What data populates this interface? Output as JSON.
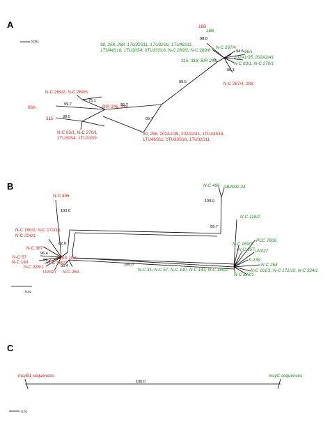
{
  "panels": {
    "a": {
      "label": "A",
      "scale": "0.001",
      "red": {
        "b18": "18B",
        "n2696": "N-C 269/2, N-C 269/6",
        "a66": "66A",
        "bir246": "BIR 246, 318",
        "s315": "315",
        "nc83_l1": "N-C 83/1, N-C 270/1",
        "nc83_l2": "1TU30S4, 1TU31S9",
        "g90_l1": "90, 258, 202A1/35, 202A2/41, 1TU44S16,",
        "g90_l2": "1TU46S11, 0TU33S16, 1TU32S11",
        "nc2674": "N-C 267/4, 288"
      },
      "green": {
        "b18": "18B",
        "g90_l1": "90, 258, 288, 1TU32S11, 1TU31S9, 1TU46S11,",
        "g90_l2": "1TU44S16, 1TU30S4, 0TU33S16, N-C 269/2, N-C 269/6",
        "nc2674": "N-C 267/4",
        "a66": "66A",
        "g202": "202A1/35, 202A2/41",
        "s315": "315, 318, BIR 246",
        "nc83": "N-C 83/1, N-C 270/1"
      },
      "bootstrap": {
        "b98": "98.0",
        "b948": "94.8",
        "b901": "90.1",
        "b995": "99.5",
        "b751": "75.1",
        "b997": "99.7",
        "b957": "95.7",
        "b995b": "99.5",
        "b657": "65.7"
      }
    },
    "b": {
      "label": "B",
      "scale": "0.01",
      "red": {
        "nc496": "N-C 496",
        "nc1602_l1": "N-C 160/2, N-C 171/10,",
        "nc1602_l2": "N-C 324/1",
        "nc387": "N-C 387",
        "nc57": "N-C 57",
        "nc143": "N-C 143",
        "nc2281": "N-C 228/1",
        "nies": "NIES 102,",
        "nc1697": "N-C 169/7",
        "uv027": "UV027",
        "nc264": "N-C 264"
      },
      "green": {
        "nc496": "N-C 496",
        "ab2002": "AB2002-24",
        "nc1182": "N-C 118/2",
        "pcc": "PCC 7806",
        "nc1697": "N-C 169/7",
        "nc357": "N-C 357",
        "uv027": "UV027",
        "k139": "K-139",
        "nc264": "N-C 264",
        "nc1611": "N-C 161/1, N-C 171/10, N-C 324/1",
        "nc31": "N-C 31, N-C 57, N-C 140, N-C 143, N-C 160/2",
        "nc2281": "N-C 228/1"
      },
      "bootstrap": {
        "b100a": "100.0",
        "b100b": "100.0",
        "b997": "99.7",
        "b820": "82.0",
        "b964a": "96.4",
        "b992": "99.2",
        "b964b": "96.4",
        "b100c": "100.0"
      }
    },
    "c": {
      "label": "C",
      "scale": "0.01",
      "left": "mcyB1 sequences",
      "right": "mcyC sequences",
      "bootstrap": "100.0"
    }
  }
}
